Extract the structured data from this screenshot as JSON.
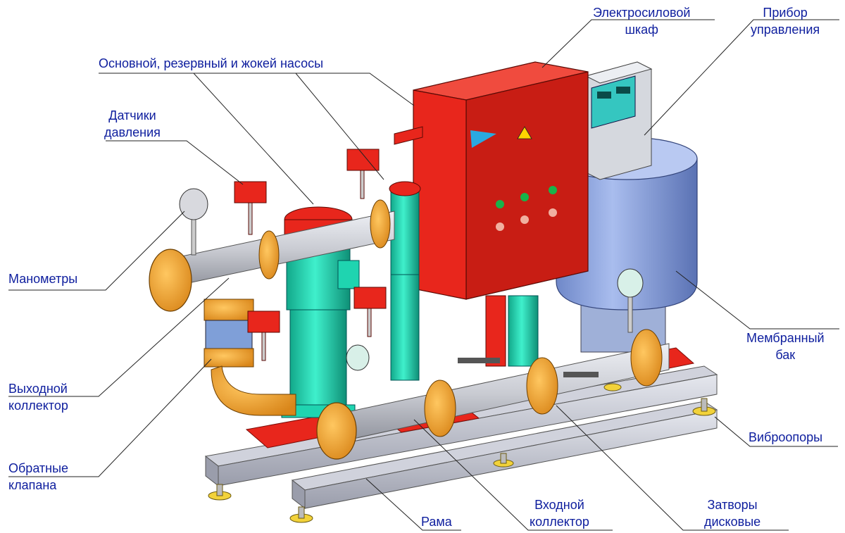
{
  "labels": {
    "pumps": "Основной, резервный и жокей насосы",
    "pressure_sensors": [
      "Датчики",
      "давления"
    ],
    "gauges": "Манометры",
    "outlet_collector": [
      "Выходной",
      "коллектор"
    ],
    "check_valves": [
      "Обратные",
      "клапана"
    ],
    "frame": "Рама",
    "inlet_collector": [
      "Входной",
      "коллектор"
    ],
    "butterfly_valves": [
      "Затворы",
      "дисковые"
    ],
    "vibration_mounts": "Виброопоры",
    "membrane_tank": [
      "Мембранный",
      "бак"
    ],
    "control_device": [
      "Прибор",
      "управления"
    ],
    "power_cabinet": [
      "Электросиловой",
      "шкаф"
    ]
  },
  "colors": {
    "label_text": "#0e1e9e",
    "leader_line": "#222222",
    "cabinet_red": "#e8261c",
    "pump_teal": "#1fd4b0",
    "pipe_grey": "#c9cbd2",
    "flange_orange": "#f0a020",
    "tank_blue": "#8fa6dd",
    "frame_grey": "#b5b8c4",
    "controller_grey": "#d5d8de",
    "display_teal": "#35c6c0",
    "foot_yellow": "#f2d23a"
  }
}
